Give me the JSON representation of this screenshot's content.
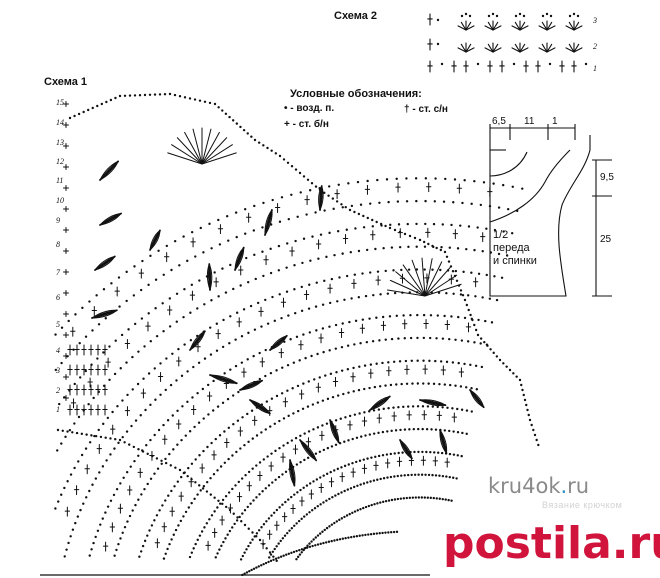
{
  "scheme2": {
    "title": "Схема 2",
    "row_labels": [
      "3",
      "2",
      "1"
    ]
  },
  "scheme1": {
    "title": "Схема 1",
    "row_labels": [
      "15",
      "14",
      "13",
      "12",
      "11",
      "10",
      "9",
      "8",
      "7",
      "6",
      "5",
      "4",
      "3",
      "2",
      "1"
    ]
  },
  "legend": {
    "title": "Условные обозначения:",
    "items": [
      {
        "symbol": "•",
        "text": "- возд. п."
      },
      {
        "symbol": "†",
        "text": "- ст. с/н"
      },
      {
        "symbol": "+",
        "text": "- ст. б/н"
      }
    ]
  },
  "pattern": {
    "dims_top": [
      "6,5",
      "11",
      "1"
    ],
    "dims_right": [
      "9,5",
      "25"
    ],
    "label_line1": "1/2",
    "label_line2": "переда",
    "label_line3": "и спинки"
  },
  "watermarks": {
    "site1_left": "kru4ok",
    "site1_dot": ".",
    "site1_right": "ru",
    "site1_sub": "Вязание крючком",
    "site2": "postila.ru"
  },
  "colors": {
    "ink": "#111111",
    "watermark_gray": "#8a8a8a",
    "watermark_blue": "#2a90c8",
    "watermark_red": "#d0143c"
  }
}
